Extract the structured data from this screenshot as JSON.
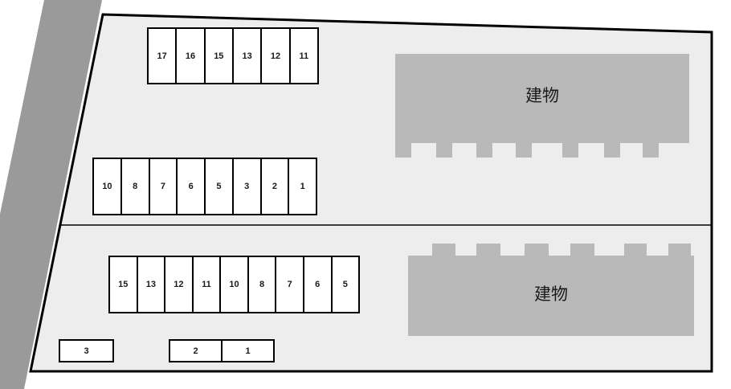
{
  "buildings": {
    "upper": {
      "label": "建物"
    },
    "lower": {
      "label": "建物"
    }
  },
  "parking": {
    "upper_lot": {
      "row_top": [
        "17",
        "16",
        "15",
        "13",
        "12",
        "11"
      ],
      "row_bottom": [
        "10",
        "8",
        "7",
        "6",
        "5",
        "3",
        "2",
        "1"
      ]
    },
    "lower_lot": {
      "row_main": [
        "15",
        "13",
        "12",
        "11",
        "10",
        "8",
        "7",
        "6",
        "5"
      ],
      "row_single": [
        "3"
      ],
      "row_pair": [
        "2",
        "1"
      ]
    }
  },
  "colors": {
    "road": "#9a9a9a",
    "site_fill": "#ededed",
    "outline": "#000000",
    "building_fill": "#b9b9b9",
    "space_fill": "#ffffff"
  }
}
